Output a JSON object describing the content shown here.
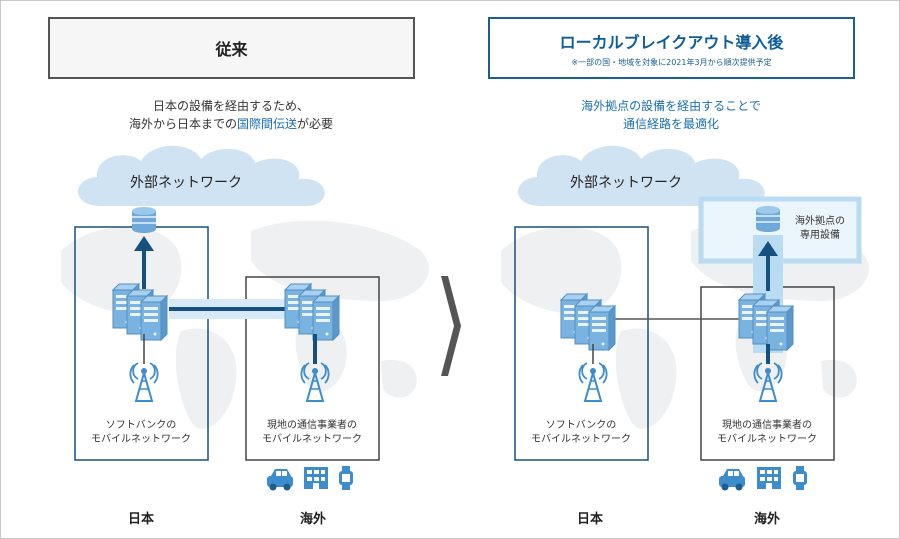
{
  "left": {
    "title": "従来",
    "caption_line1": "日本の設備を経由するため、",
    "caption_line2_pre": "海外から日本までの",
    "caption_line2_hl": "国際間伝送",
    "caption_line2_post": "が必要",
    "cloud": "外部ネットワーク",
    "japan_network_line1": "ソフトバンクの",
    "japan_network_line2": "モバイルネットワーク",
    "overseas_network_line1": "現地の通信事業者の",
    "overseas_network_line2": "モバイルネットワーク",
    "region_japan": "日本",
    "region_overseas": "海外"
  },
  "right": {
    "title": "ローカルブレイクアウト導入後",
    "subtitle": "※一部の国・地域を対象に2021年3月から順次提供予定",
    "caption_line1": "海外拠点の設備を経由することで",
    "caption_line2": "通信経路を最適化",
    "cloud": "外部ネットワーク",
    "dedicated_line1": "海外拠点の",
    "dedicated_line2": "専用設備",
    "japan_network_line1": "ソフトバンクの",
    "japan_network_line2": "モバイルネットワーク",
    "overseas_network_line1": "現地の通信事業者の",
    "overseas_network_line2": "モバイルネットワーク",
    "region_japan": "日本",
    "region_overseas": "海外"
  },
  "colors": {
    "accent": "#1a70b0",
    "navy": "#15507e",
    "server": "#7ab3e0",
    "cloud": "#cfe3f3",
    "highlight": "#b9dcf3"
  }
}
